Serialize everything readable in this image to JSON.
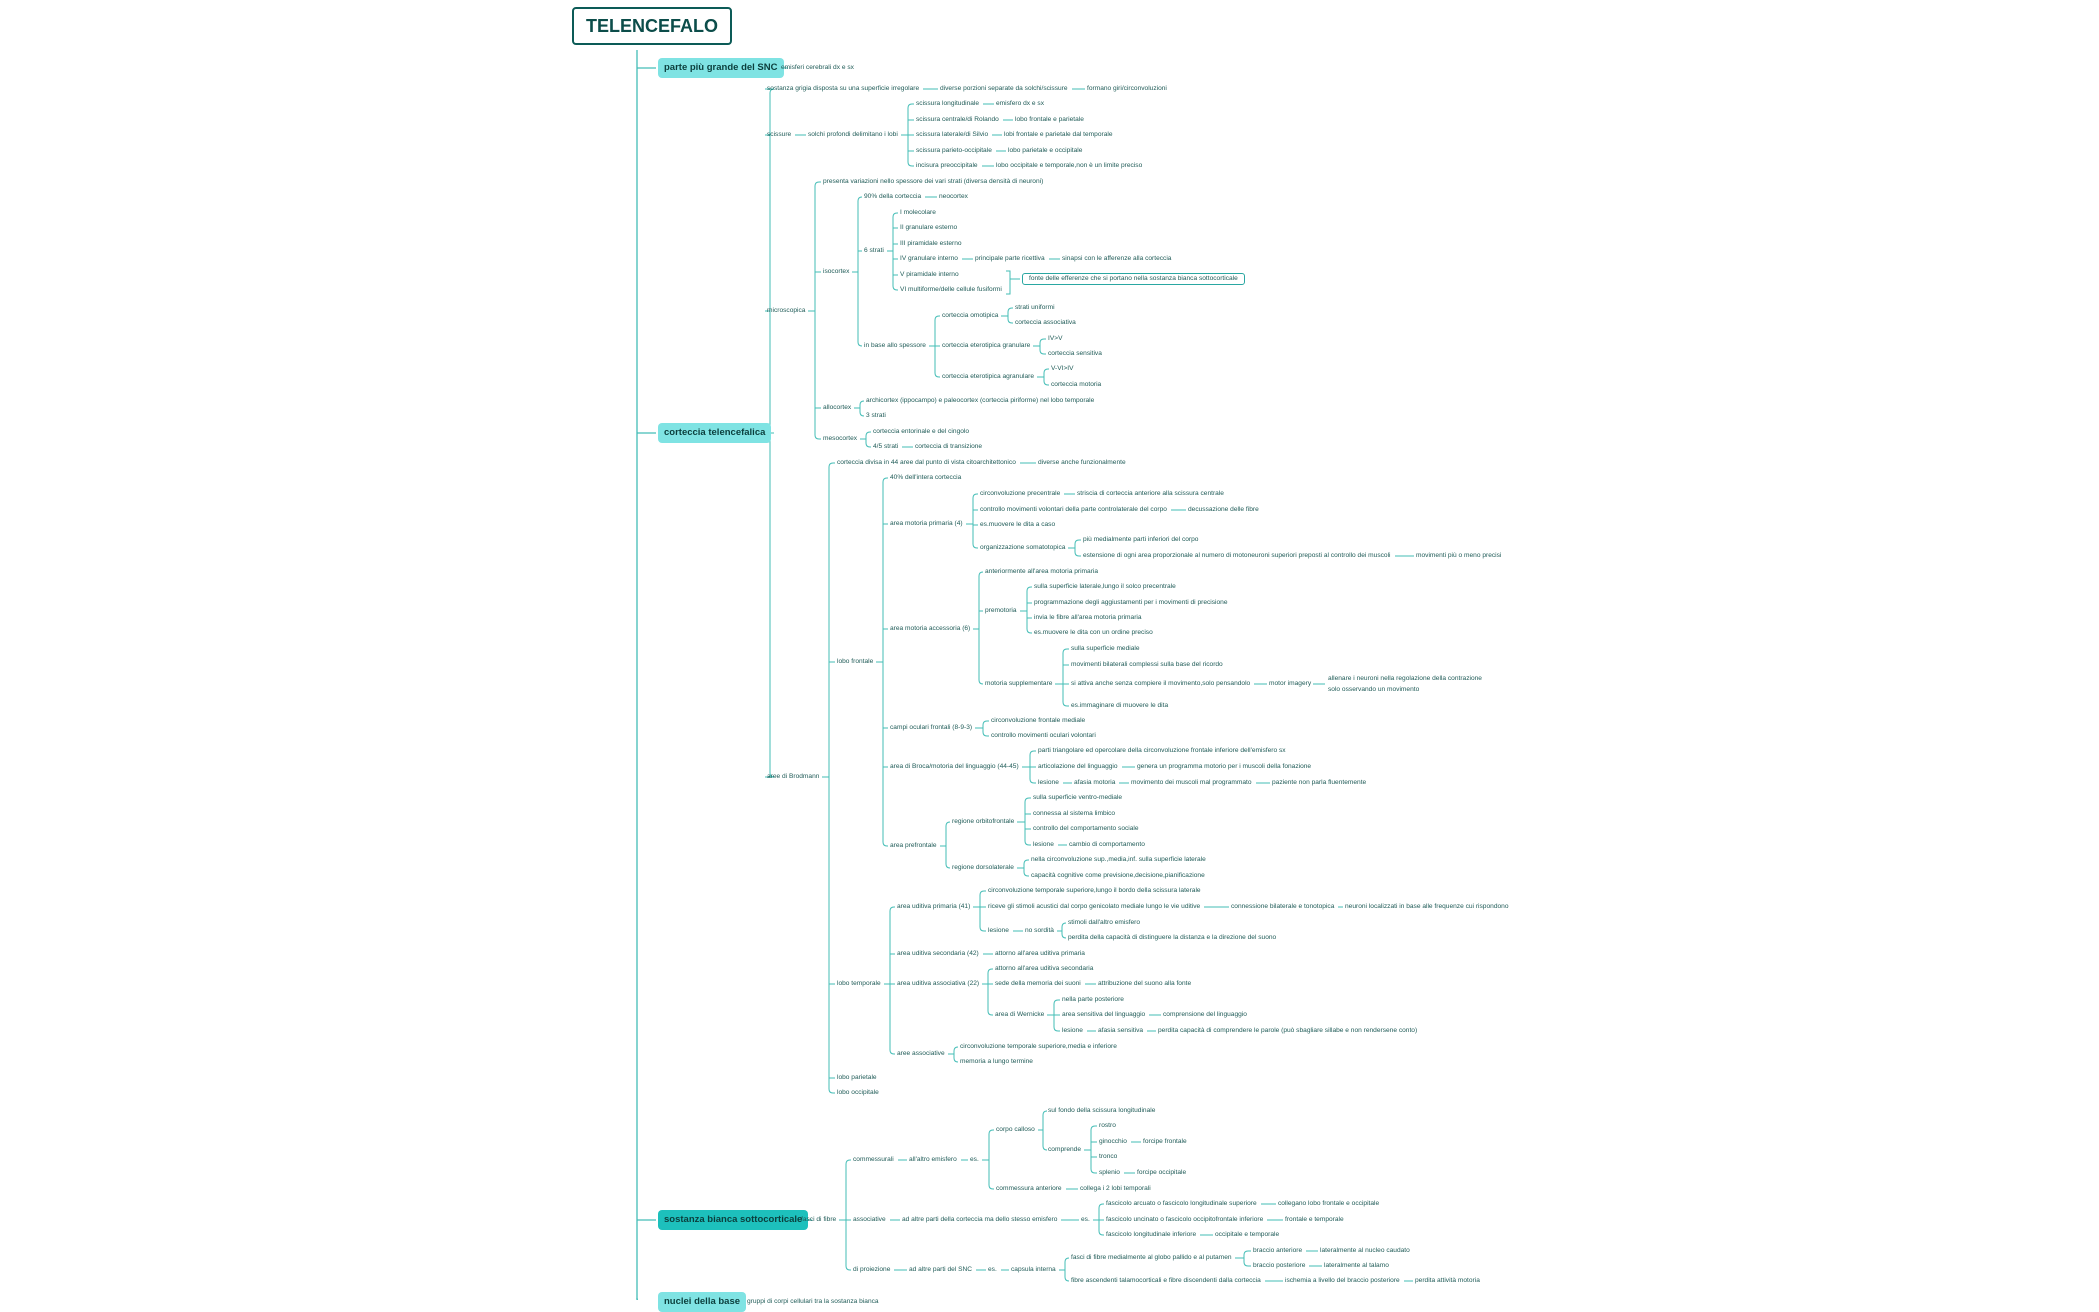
{
  "title": "TELENCEFALO",
  "colors": {
    "line": "#43bdb6",
    "main_fill": "#7fe3e3",
    "main_fill_dark": "#1dc0bc",
    "text": "#1f5b57",
    "root_border": "#0c5b57"
  },
  "nodes": {
    "root": "TELENCEFALO",
    "b1": "parte più grande del SNC",
    "b1a": "emisferi cerebrali dx e sx",
    "b2": "corteccia telencefalica",
    "b2a": "sostanza grigia disposta su una superficie irregolare",
    "b2a1": "diverse porzioni separate da solchi/scissure",
    "b2a2": "formano giri/circonvoluzioni",
    "sc": "scissure",
    "sc1": "solchi profondi delimitano i lobi",
    "sc1a": "scissura longitudinale",
    "sc1a1": "emisfero dx e sx",
    "sc1b": "scissura centrale/di Rolando",
    "sc1b1": "lobo frontale e parietale",
    "sc1c": "scissura laterale/di Silvio",
    "sc1c1": "lobi frontale e parietale dal temporale",
    "sc1d": "scissura parieto-occipitale",
    "sc1d1": "lobo parietale e occipitale",
    "sc1e": "incisura preoccipitale",
    "sc1e1": "lobo occipitale e temporale,non è un limite preciso",
    "mi": "microscopica",
    "mi0": "presenta variazioni nello spessore dei vari strati (diversa densità di neuroni)",
    "iso": "isocortex",
    "iso1": "90% della corteccia",
    "iso1a": "neocortex",
    "iso2": "6 strati",
    "l1": "I molecolare",
    "l2": "II granulare esterno",
    "l3": "III piramidale esterno",
    "l4": "IV granulare interno",
    "l4a": "principale parte ricettiva",
    "l4b": "sinapsi con le afferenze alla corteccia",
    "l5": "V piramidale interno",
    "l6": "VI multiforme/delle cellule fusiformi",
    "l56": "fonte delle efferenze che si portano nella sostanza bianca sottocorticale",
    "iso3": "in base allo spessore",
    "ce": "corteccia omotipica",
    "ce1": "strati uniformi",
    "ce2": "corteccia associativa",
    "cg": "corteccia eterotipica granulare",
    "cg1": "IV>V",
    "cg2": "corteccia sensitiva",
    "ca": "corteccia eterotipica agranulare",
    "ca1": "V-VI>IV",
    "ca2": "corteccia motoria",
    "allo": "allocortex",
    "allo1": "archicortex (ippocampo) e paleocortex (corteccia piriforme) nel lobo temporale",
    "allo2": "3 strati",
    "meso": "mesocortex",
    "meso1": "corteccia entorinale e del cingolo",
    "meso2": "4/5 strati",
    "meso2a": "corteccia di transizione",
    "br": "aree di Brodmann",
    "br0": "corteccia divisa in 44 aree dal punto di vista citoarchitettonico",
    "br0a": "diverse anche funzionalmente",
    "lf": "lobo frontale",
    "lf1": "40% dell'intera corteccia",
    "amp": "area motoria primaria (4)",
    "amp1": "circonvoluzione precentrale",
    "amp1a": "striscia di corteccia anteriore alla scissura centrale",
    "amp2": "controllo movimenti volontari della parte controlaterale del corpo",
    "amp2a": "decussazione delle fibre",
    "amp3": "es.muovere le dita a caso",
    "amp4": "organizzazione somatotopica",
    "amp4a": "più medialmente parti inferiori del corpo",
    "amp4b": "estensione di ogni area proporzionale al numero di motoneuroni superiori preposti al controllo dei muscoli",
    "amp4b1": "movimenti più o meno precisi",
    "ama": "area motoria accessoria (6)",
    "ama1": "anteriormente all'area motoria primaria",
    "pm": "premotoria",
    "pm1": "sulla superficie laterale,lungo il solco precentrale",
    "pm2": "programmazione degli aggiustamenti per i movimenti di precisione",
    "pm3": "invia le fibre all'area motoria primaria",
    "pm4": "es.muovere le dita con un ordine preciso",
    "ms": "motoria supplementare",
    "ms1": "sulla superficie mediale",
    "ms2": "movimenti bilaterali complessi sulla base del ricordo",
    "ms3": "si attiva anche senza compiere il movimento,solo pensandolo",
    "ms3a": "motor imagery",
    "ms3b1": "allenare i neuroni nella regolazione della contrazione",
    "ms3b2": "solo osservando un movimento",
    "ms4": "es.immaginare di muovere le dita",
    "co": "campi oculari frontali (8-9-3)",
    "co1": "circonvoluzione frontale mediale",
    "co2": "controllo movimenti oculari volontari",
    "bro": "area di Broca/motoria del linguaggio (44-45)",
    "bro1": "parti triangolare ed opercolare della circonvoluzione frontale inferiore dell'emisfero sx",
    "bro2": "articolazione del linguaggio",
    "bro2a": "genera un programma motorio per i muscoli della fonazione",
    "bro3": "lesione",
    "bro3a": "afasia motoria",
    "bro3b": "movimento dei muscoli mal programmato",
    "bro3c": "paziente non parla fluentemente",
    "apf": "area prefrontale",
    "rof": "regione orbitofrontale",
    "rof1": "sulla superficie ventro-mediale",
    "rof2": "connessa al sistema limbico",
    "rof3": "controllo del comportamento sociale",
    "rof4": "lesione",
    "rof4a": "cambio di comportamento",
    "rdl": "regione dorsolaterale",
    "rdl1": "nella circonvoluzione sup.,media,inf. sulla superficie laterale",
    "rdl2": "capacità cognitive come previsione,decisione,pianificazione",
    "lt": "lobo temporale",
    "aup": "area uditiva primaria (41)",
    "aup1": "circonvoluzione temporale superiore,lungo il bordo della scissura laterale",
    "aup2": "riceve gli stimoli acustici dal corpo genicolato mediale lungo le vie uditive",
    "aup2a": "connessione bilaterale e tonotopica",
    "aup2b": "neuroni localizzati in base alle frequenze cui rispondono",
    "aup3": "lesione",
    "aup3a": "no sordità",
    "aup3a1": "stimoli dall'altro emisfero",
    "aup3a2": "perdita della capacità di distinguere la distanza e la direzione del suono",
    "aus": "area uditiva secondaria (42)",
    "aus1": "attorno all'area uditiva primaria",
    "aua": "area uditiva associativa (22)",
    "aua1": "attorno all'area uditiva secondaria",
    "aua2": "sede della memoria dei suoni",
    "aua2a": "attribuzione del suono alla fonte",
    "wer": "area di Wernicke",
    "wer1": "nella parte posteriore",
    "wer2": "area sensitiva del linguaggio",
    "wer2a": "comprensione del linguaggio",
    "wer3": "lesione",
    "wer3a": "afasia sensitiva",
    "wer3b": "perdita capacità di comprendere le parole (può sbagliare sillabe e non rendersene conto)",
    "aas": "aree associative",
    "aas1": "circonvoluzione temporale superiore,media e inferiore",
    "aas2": "memoria a lungo termine",
    "lp": "lobo parietale",
    "lo": "lobo occipitale",
    "b3": "sostanza bianca sottocorticale",
    "ff": "fasci di fibre",
    "com": "commessurali",
    "com1": "all'altro emisfero",
    "com1a": "es.",
    "cc": "corpo calloso",
    "cc1": "sul fondo della scissura longitudinale",
    "cc2": "comprende",
    "cc2a": "rostro",
    "cc2b": "ginocchio",
    "cc2b1": "forcipe frontale",
    "cc2c": "tronco",
    "cc2d": "splenio",
    "cc2d1": "forcipe occipitale",
    "cant": "commessura anteriore",
    "cant1": "collega i 2 lobi temporali",
    "ass": "associative",
    "ass1": "ad altre parti della corteccia ma dello stesso emisfero",
    "ass1a": "es.",
    "fa": "fascicolo arcuato o fascicolo longitudinale superiore",
    "fa1": "collegano lobo frontale e occipitale",
    "fu": "fascicolo uncinato o fascicolo occipitofrontale inferiore",
    "fu1": "frontale e temporale",
    "fli": "fascicolo longitudinale inferiore",
    "fli1": "occipitale e temporale",
    "pro": "di proiezione",
    "pro1": "ad altre parti del SNC",
    "pro1a": "es.",
    "capi": "capsula interna",
    "capi1": "fasci di fibre medialmente al globo pallido e al putamen",
    "ba": "braccio anteriore",
    "ba1": "lateralmente al nucleo caudato",
    "bp": "braccio posteriore",
    "bp1": "lateralmente al talamo",
    "capi2": "fibre ascendenti talamocorticali e fibre discendenti dalla corteccia",
    "capi2a": "ischemia a livello del braccio posteriore",
    "capi2b": "perdita attività motoria",
    "b4": "nuclei della base",
    "b4a": "gruppi di corpi cellulari tra la sostanza bianca"
  }
}
